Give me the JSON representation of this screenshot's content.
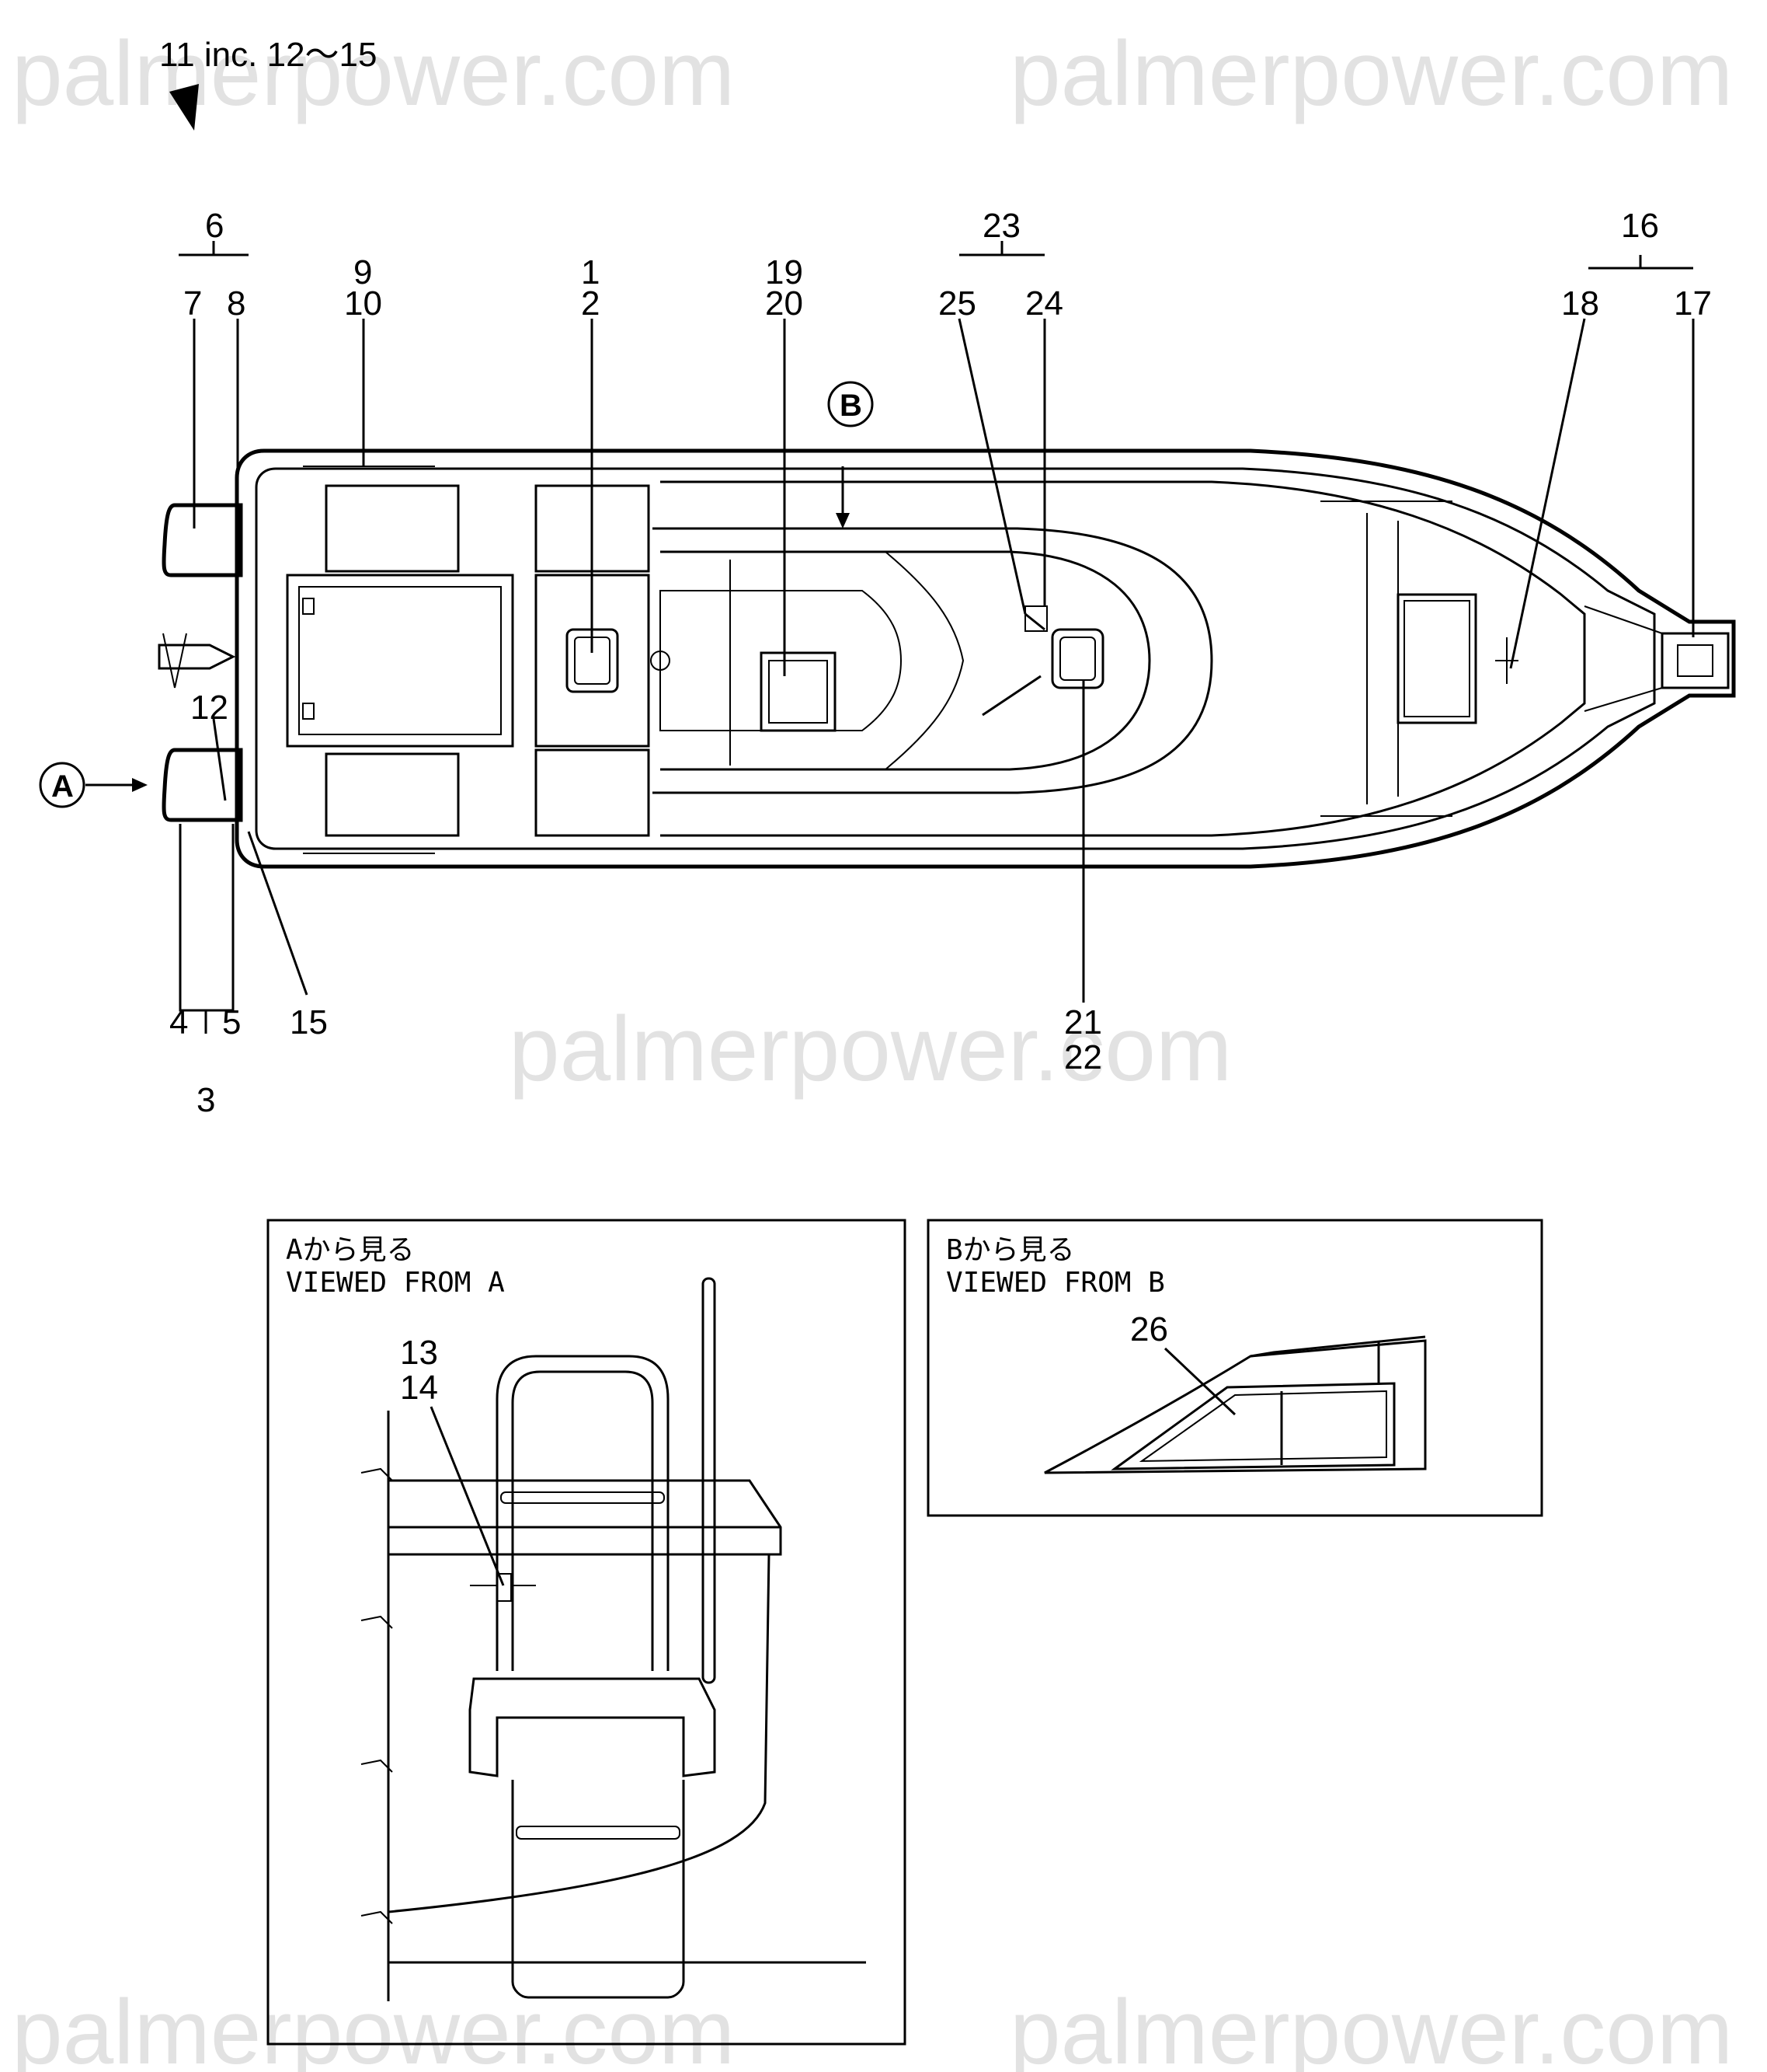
{
  "watermark": "palmerpower.com",
  "header": {
    "note": "11 inc. 12～15"
  },
  "callouts": {
    "c1": "1",
    "c2": "2",
    "c3": "3",
    "c4": "4",
    "c5": "5",
    "c6": "6",
    "c7": "7",
    "c8": "8",
    "c9": "9",
    "c10": "10",
    "c12": "12",
    "c13": "13",
    "c14": "14",
    "c15": "15",
    "c16": "16",
    "c17": "17",
    "c18": "18",
    "c19": "19",
    "c20": "20",
    "c21": "21",
    "c22": "22",
    "c23": "23",
    "c24": "24",
    "c25": "25",
    "c26": "26"
  },
  "markers": {
    "a": "A",
    "b": "B"
  },
  "panels": {
    "view_a": {
      "title_jp": "Aから見る",
      "title_en": "VIEWED FROM A"
    },
    "view_b": {
      "title_jp": "Bから見る",
      "title_en": "VIEWED FROM B"
    }
  }
}
